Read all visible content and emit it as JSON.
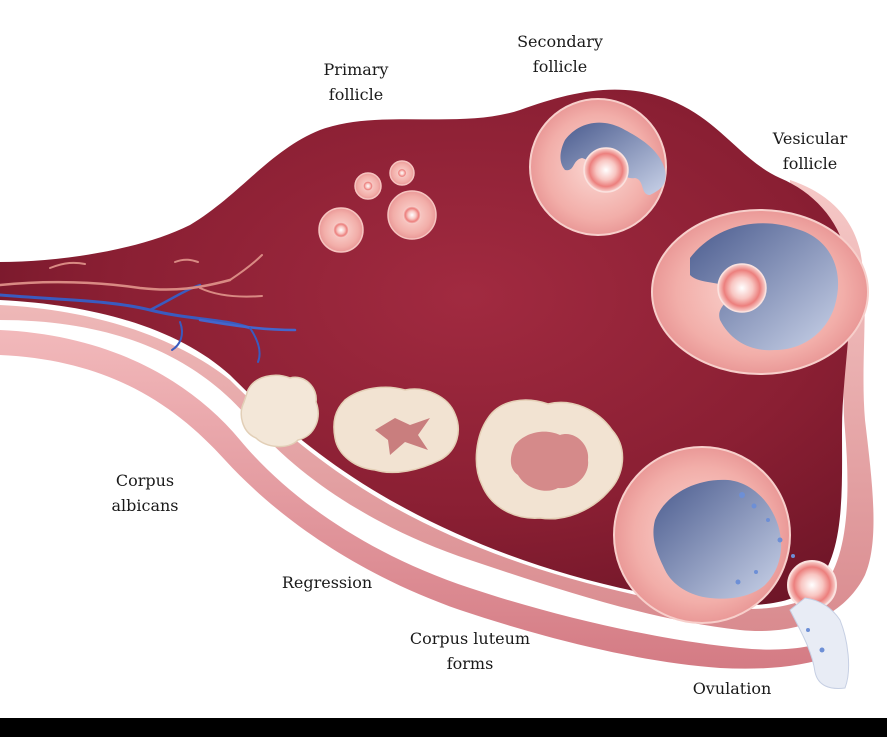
{
  "labels": {
    "primary": [
      "Primary",
      "follicle"
    ],
    "secondary": [
      "Secondary",
      "follicle"
    ],
    "vesicular": [
      "Vesicular",
      "follicle"
    ],
    "corpus_albicans": [
      "Corpus",
      "albicans"
    ],
    "regression": "Regression",
    "corpus_luteum": [
      "Corpus luteum",
      "forms"
    ],
    "ovulation": "Ovulation"
  },
  "colors": {
    "ovary_dark": "#8a1f33",
    "ovary_mid": "#b8364a",
    "ovary_rim": "#e7a5a8",
    "follicle_pink": "#f3b3b0",
    "antrum_blue": "#5d6f9e",
    "luteal_cream": "#f2e3d2",
    "vessel_blue": "#3a5bbf",
    "vessel_pink": "#d98a83"
  }
}
